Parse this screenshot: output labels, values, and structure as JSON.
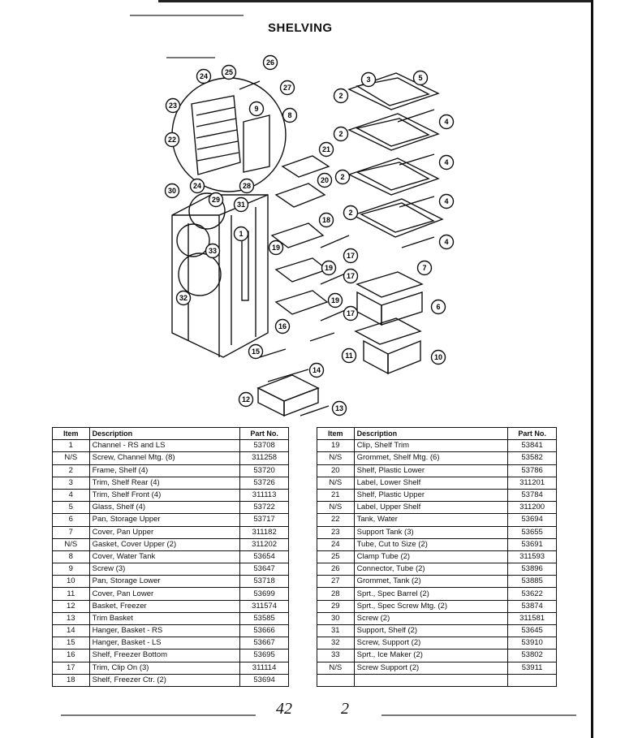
{
  "title": "SHELVING",
  "callouts": [
    "1",
    "2",
    "2",
    "2",
    "2",
    "3",
    "4",
    "4",
    "4",
    "4",
    "5",
    "6",
    "7",
    "8",
    "9",
    "10",
    "11",
    "12",
    "13",
    "14",
    "15",
    "16",
    "17",
    "17",
    "17",
    "18",
    "19",
    "19",
    "19",
    "20",
    "21",
    "22",
    "23",
    "24",
    "24",
    "25",
    "26",
    "27",
    "28",
    "29",
    "30",
    "31",
    "32",
    "33"
  ],
  "table": {
    "headers": {
      "item": "Item",
      "description": "Description",
      "part": "Part No."
    },
    "left_rows": [
      {
        "item": "1",
        "description": "Channel - RS and LS",
        "part": "53708"
      },
      {
        "item": "N/S",
        "description": "Screw, Channel Mtg. (8)",
        "part": "311258"
      },
      {
        "item": "2",
        "description": "Frame, Shelf (4)",
        "part": "53720"
      },
      {
        "item": "3",
        "description": "Trim, Shelf Rear (4)",
        "part": "53726"
      },
      {
        "item": "4",
        "description": "Trim, Shelf Front (4)",
        "part": "311113"
      },
      {
        "item": "5",
        "description": "Glass, Shelf (4)",
        "part": "53722"
      },
      {
        "item": "6",
        "description": "Pan, Storage Upper",
        "part": "53717"
      },
      {
        "item": "7",
        "description": "Cover, Pan Upper",
        "part": "311182"
      },
      {
        "item": "N/S",
        "description": "Gasket, Cover Upper (2)",
        "part": "311202"
      },
      {
        "item": "8",
        "description": "Cover, Water Tank",
        "part": "53654"
      },
      {
        "item": "9",
        "description": "Screw (3)",
        "part": "53647"
      },
      {
        "item": "10",
        "description": "Pan, Storage Lower",
        "part": "53718"
      },
      {
        "item": "11",
        "description": "Cover, Pan Lower",
        "part": "53699"
      },
      {
        "item": "12",
        "description": "Basket, Freezer",
        "part": "311574"
      },
      {
        "item": "13",
        "description": "Trim Basket",
        "part": "53585"
      },
      {
        "item": "14",
        "description": "Hanger, Basket - RS",
        "part": "53666"
      },
      {
        "item": "15",
        "description": "Hanger, Basket - LS",
        "part": "53667"
      },
      {
        "item": "16",
        "description": "Shelf, Freezer Bottom",
        "part": "53695"
      },
      {
        "item": "17",
        "description": "Trim, Clip On (3)",
        "part": "311114"
      },
      {
        "item": "18",
        "description": "Shelf, Freezer Ctr. (2)",
        "part": "53694"
      }
    ],
    "right_rows": [
      {
        "item": "19",
        "description": "Clip, Shelf Trim",
        "part": "53841"
      },
      {
        "item": "N/S",
        "description": "Grommet, Shelf Mtg. (6)",
        "part": "53582"
      },
      {
        "item": "20",
        "description": "Shelf, Plastic Lower",
        "part": "53786"
      },
      {
        "item": "N/S",
        "description": "Label, Lower Shelf",
        "part": "311201"
      },
      {
        "item": "21",
        "description": "Shelf, Plastic Upper",
        "part": "53784"
      },
      {
        "item": "N/S",
        "description": "Label, Upper Shelf",
        "part": "311200"
      },
      {
        "item": "22",
        "description": "Tank, Water",
        "part": "53694"
      },
      {
        "item": "23",
        "description": "Support Tank (3)",
        "part": "53655"
      },
      {
        "item": "24",
        "description": "Tube, Cut to Size (2)",
        "part": "53691"
      },
      {
        "item": "25",
        "description": "Clamp Tube (2)",
        "part": "311593"
      },
      {
        "item": "26",
        "description": "Connector, Tube (2)",
        "part": "53896"
      },
      {
        "item": "27",
        "description": "Grommet, Tank (2)",
        "part": "53885"
      },
      {
        "item": "28",
        "description": "Sprt., Spec Barrel (2)",
        "part": "53622"
      },
      {
        "item": "29",
        "description": "Sprt., Spec Screw Mtg. (2)",
        "part": "53874"
      },
      {
        "item": "30",
        "description": "Screw (2)",
        "part": "311581"
      },
      {
        "item": "31",
        "description": "Support, Shelf (2)",
        "part": "53645"
      },
      {
        "item": "32",
        "description": "Screw, Support (2)",
        "part": "53910"
      },
      {
        "item": "33",
        "description": "Sprt., Ice Maker (2)",
        "part": "53802"
      },
      {
        "item": "N/S",
        "description": "Screw Support (2)",
        "part": "53911"
      },
      {
        "item": "",
        "description": "",
        "part": ""
      }
    ]
  },
  "footer": {
    "handwritten_left": "42",
    "handwritten_right": "2"
  }
}
